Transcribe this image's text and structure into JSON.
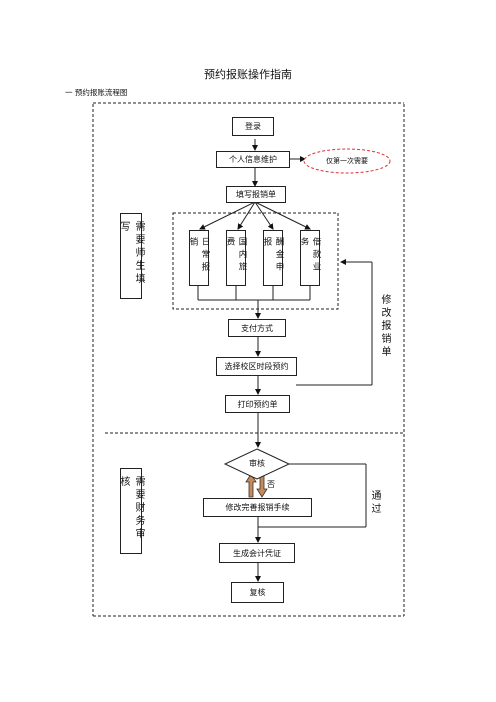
{
  "title": "预约报账操作指南",
  "section_heading": "一  预约报账流程图",
  "nodes": {
    "login": "登录",
    "profile": "个人信息维护",
    "first_time_note": "仅第一次需要",
    "fill_form": "填写报销单",
    "form_types": [
      "日常报销",
      "国内旅费",
      "酬金申报",
      "借款业务"
    ],
    "payment": "支付方式",
    "campus_booking": "选择校区时段预约",
    "print": "打印预约单",
    "review": "审核",
    "fix": "修改完善报销手续",
    "voucher": "生成会计凭证",
    "recheck": "复核"
  },
  "labels": {
    "teacher_fill": "需要师生填写",
    "finance_review": "需要财务审核",
    "modify_form": "修改报销单",
    "pass": "通过",
    "no": "否"
  }
}
